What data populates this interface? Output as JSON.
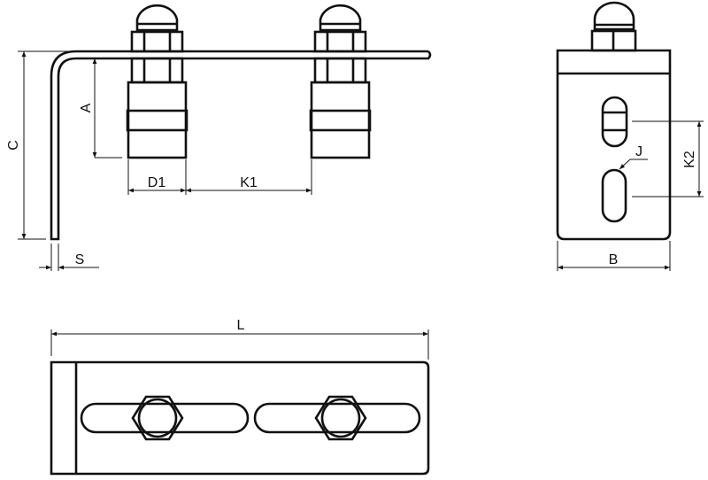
{
  "dimensions": {
    "C": "C",
    "A": "A",
    "D1": "D1",
    "K1": "K1",
    "S": "S",
    "J": "J",
    "K2": "K2",
    "B": "B",
    "L": "L"
  },
  "colors": {
    "line": "#111111",
    "background": "#ffffff"
  }
}
